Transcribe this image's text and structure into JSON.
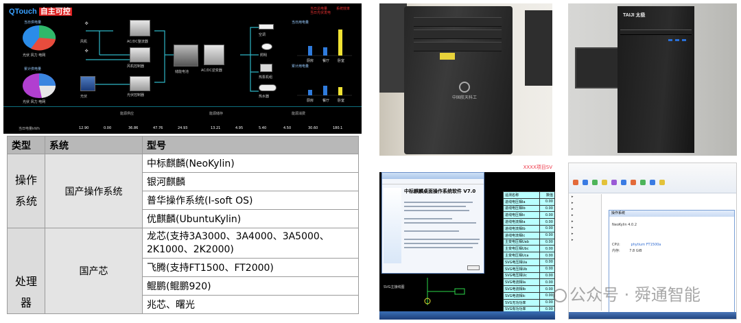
{
  "scada": {
    "logo_left": "QTouch",
    "logo_right": "自主可控",
    "top_labels": [
      "当日总电量",
      "当日光伏发电",
      "系统效率"
    ],
    "pie_titles": [
      "当日供电量",
      "累计供电量"
    ],
    "pie_legend_1": "光伏 风力 电网",
    "pie_legend_2": "光伏 风力 电网",
    "eq_labels": [
      "风机",
      "风机控制器",
      "光伏",
      "光伏控制器",
      "AC/DC整流器",
      "储能电池",
      "AC/DC逆变器",
      "空调",
      "照明",
      "热泵机组",
      "热水器"
    ],
    "right_chart_titles": [
      "当日用电量",
      "累计用电量"
    ],
    "right_categories": [
      "厨房",
      "餐厅",
      "卧室"
    ],
    "footer_groups": [
      "能源供应",
      "能源储存",
      "能源消费"
    ],
    "footer_row_label": "当日电量kWh",
    "footer_values": [
      "12.90",
      "0.00",
      "36.86",
      "47.76",
      "24.93",
      "13.21",
      "4.95",
      "5.40",
      "4.50",
      "30.60",
      "180.1"
    ]
  },
  "table": {
    "headers": [
      "类型",
      "系统",
      "型号"
    ],
    "groups": [
      {
        "category": "操作系统",
        "system": "国产操作系统",
        "models": [
          "中标麒麟(NeoKylin)",
          "银河麒麟",
          "普华操作系统(I-soft OS)",
          "优麒麟(UbuntuKylin)"
        ]
      },
      {
        "category": "处理器",
        "system": "国产芯",
        "models": [
          "龙芯(支持3A3000、3A4000、3A5000、2K1000、2K2000)",
          "飞腾(支持FT1500、FT2000)",
          "鲲鹏(鲲鹏920)",
          "兆芯、曙光"
        ]
      }
    ]
  },
  "photos": {
    "case1_brand": "中国航天科工",
    "case2_brand": "TAIJI 太极"
  },
  "software1": {
    "header_mark": "XXXX项目SV",
    "dialog_title": "中标麒麟桌面操作系统软件 V7.0",
    "grid_rows": [
      [
        "进线电压相Ia",
        "0.00"
      ],
      [
        "进线电压相Ib",
        "0.00"
      ],
      [
        "进线电压相Ic",
        "0.00"
      ],
      [
        "进线电流相Ia",
        "0.00"
      ],
      [
        "进线电流相Ib",
        "0.00"
      ],
      [
        "进线电流相Ic",
        "0.00"
      ],
      [
        "主变电压相Uab",
        "0.00"
      ],
      [
        "主变电压相Ubc",
        "0.00"
      ],
      [
        "主变电压相Uca",
        "0.00"
      ],
      [
        "SVG电压相Ua",
        "0.00"
      ],
      [
        "SVG电压相Ub",
        "0.00"
      ],
      [
        "SVG电压相Uc",
        "0.00"
      ],
      [
        "SVG电流相Ia",
        "0.00"
      ],
      [
        "SVG电流相Ib",
        "0.00"
      ],
      [
        "SVG电流相Ic",
        "0.00"
      ],
      [
        "SVG无功功率",
        "0.00"
      ],
      [
        "SVG有功功率",
        "0.00"
      ]
    ],
    "grid_header": [
      "遥测名称",
      "数值"
    ],
    "circuit_label": "SVG主接线图"
  },
  "software2": {
    "window_title": "操作系统",
    "os_name": "NeoKylin 4.0.2",
    "cpu_label": "CPU:",
    "cpu_value": "phytium FT1500a",
    "mem_label": "内存:",
    "mem_value": "7.8 GiB"
  },
  "watermark": "公众号 · 舜通智能"
}
